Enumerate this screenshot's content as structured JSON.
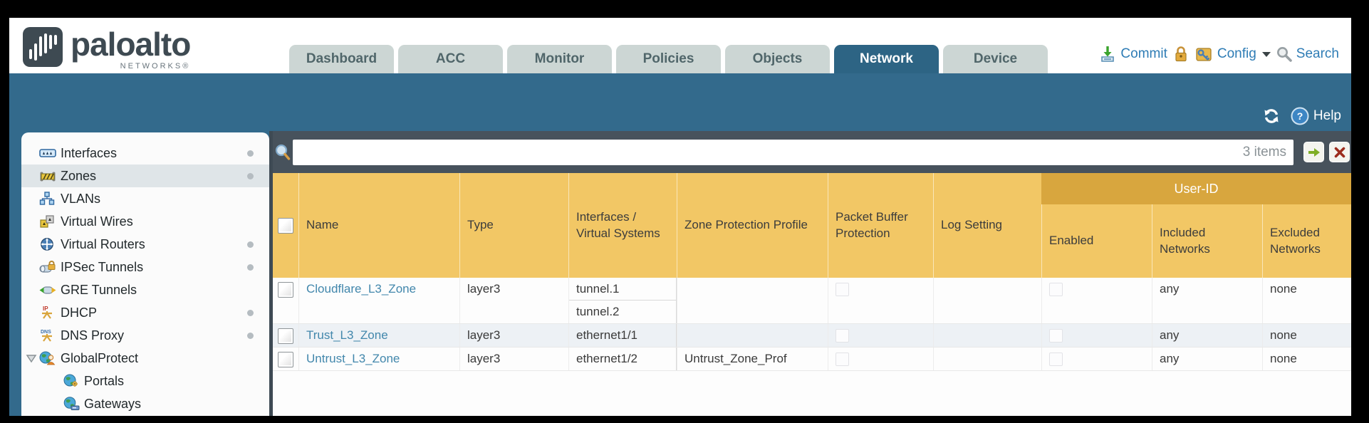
{
  "brand": {
    "name": "paloalto",
    "sub": "NETWORKS®"
  },
  "topnav": {
    "tabs": [
      {
        "id": "dashboard",
        "label": "Dashboard",
        "active": false
      },
      {
        "id": "acc",
        "label": "ACC",
        "active": false
      },
      {
        "id": "monitor",
        "label": "Monitor",
        "active": false
      },
      {
        "id": "policies",
        "label": "Policies",
        "active": false
      },
      {
        "id": "objects",
        "label": "Objects",
        "active": false
      },
      {
        "id": "network",
        "label": "Network",
        "active": true
      },
      {
        "id": "device",
        "label": "Device",
        "active": false
      }
    ],
    "commit_label": "Commit",
    "config_label": "Config",
    "search_label": "Search"
  },
  "banner": {
    "help_label": "Help"
  },
  "sidebar": {
    "items": [
      {
        "id": "interfaces",
        "label": "Interfaces",
        "icon": "interfaces-icon",
        "dot": true,
        "selected": false,
        "level": 0,
        "expander": false
      },
      {
        "id": "zones",
        "label": "Zones",
        "icon": "zones-icon",
        "dot": true,
        "selected": true,
        "level": 0,
        "expander": false
      },
      {
        "id": "vlans",
        "label": "VLANs",
        "icon": "vlans-icon",
        "dot": false,
        "selected": false,
        "level": 0,
        "expander": false
      },
      {
        "id": "virtual-wires",
        "label": "Virtual Wires",
        "icon": "virtual-wires-icon",
        "dot": false,
        "selected": false,
        "level": 0,
        "expander": false
      },
      {
        "id": "virtual-routers",
        "label": "Virtual Routers",
        "icon": "virtual-routers-icon",
        "dot": true,
        "selected": false,
        "level": 0,
        "expander": false
      },
      {
        "id": "ipsec-tunnels",
        "label": "IPSec Tunnels",
        "icon": "ipsec-tunnels-icon",
        "dot": true,
        "selected": false,
        "level": 0,
        "expander": false
      },
      {
        "id": "gre-tunnels",
        "label": "GRE Tunnels",
        "icon": "gre-tunnels-icon",
        "dot": false,
        "selected": false,
        "level": 0,
        "expander": false
      },
      {
        "id": "dhcp",
        "label": "DHCP",
        "icon": "dhcp-icon",
        "dot": true,
        "selected": false,
        "level": 0,
        "expander": false
      },
      {
        "id": "dns-proxy",
        "label": "DNS Proxy",
        "icon": "dns-proxy-icon",
        "dot": true,
        "selected": false,
        "level": 0,
        "expander": false
      },
      {
        "id": "globalprotect",
        "label": "GlobalProtect",
        "icon": "globalprotect-icon",
        "dot": false,
        "selected": false,
        "level": 0,
        "expander": true
      },
      {
        "id": "portals",
        "label": "Portals",
        "icon": "portals-icon",
        "dot": false,
        "selected": false,
        "level": 1,
        "expander": false
      },
      {
        "id": "gateways",
        "label": "Gateways",
        "icon": "gateways-icon",
        "dot": false,
        "selected": false,
        "level": 1,
        "expander": false
      }
    ]
  },
  "filterbar": {
    "value": "",
    "items_count": "3 items"
  },
  "table": {
    "user_id_group_label": "User-ID",
    "columns": {
      "name": "Name",
      "type": "Type",
      "interfaces": "Interfaces / Virtual Systems",
      "zone_protection": "Zone Protection Profile",
      "packet_buffer": "Packet Buffer Protection",
      "log_setting": "Log Setting",
      "enabled": "Enabled",
      "included": "Included Networks",
      "excluded": "Excluded Networks"
    },
    "rows": [
      {
        "name": "Cloudflare_L3_Zone",
        "type": "layer3",
        "interfaces": [
          "tunnel.1",
          "tunnel.2"
        ],
        "zone_protection_profile": "",
        "packet_buffer_protection": false,
        "log_setting": "",
        "user_id_enabled": false,
        "included_networks": "any",
        "excluded_networks": "none"
      },
      {
        "name": "Trust_L3_Zone",
        "type": "layer3",
        "interfaces": [
          "ethernet1/1"
        ],
        "zone_protection_profile": "",
        "packet_buffer_protection": false,
        "log_setting": "",
        "user_id_enabled": false,
        "included_networks": "any",
        "excluded_networks": "none"
      },
      {
        "name": "Untrust_L3_Zone",
        "type": "layer3",
        "interfaces": [
          "ethernet1/2"
        ],
        "zone_protection_profile": "Untrust_Zone_Prof",
        "packet_buffer_protection": false,
        "log_setting": "",
        "user_id_enabled": false,
        "included_networks": "any",
        "excluded_networks": "none"
      }
    ]
  },
  "colors": {
    "banner_blue": "#336a8c",
    "active_tab": "#2d6484",
    "header_gold": "#f2c765",
    "user_id_gold": "#d8a63e",
    "filter_strip": "#47525c",
    "link_blue": "#4287ac"
  }
}
